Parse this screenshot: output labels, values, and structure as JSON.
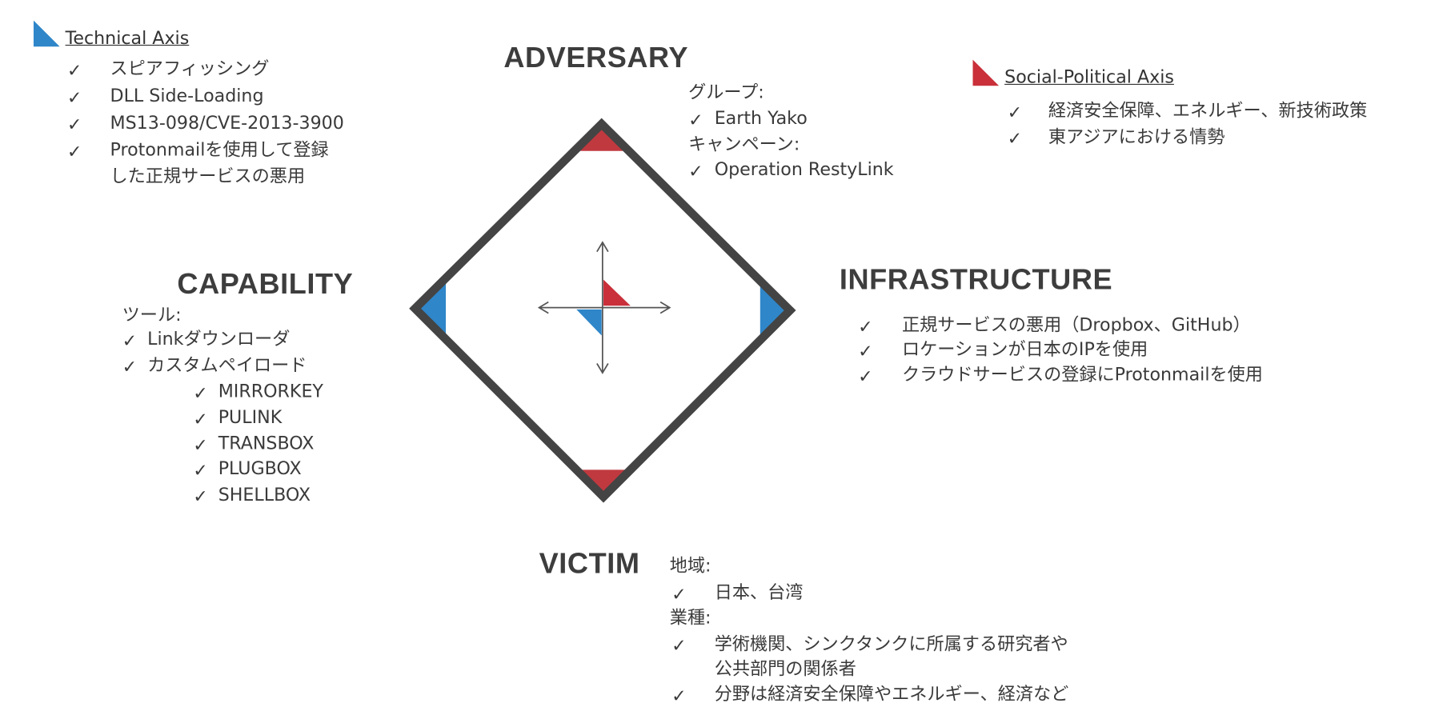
{
  "colors": {
    "technical": "#2f86c9",
    "social": "#c9303a",
    "diamond": "#444444"
  },
  "technical_axis": {
    "label": "Technical Axis",
    "items": [
      "スピアフィッシング",
      "DLL Side-Loading",
      "MS13-098/CVE-2013-3900",
      "Protonmailを使用して登録",
      "した正規サービスの悪用"
    ]
  },
  "social_axis": {
    "label": "Social-Political Axis",
    "items": [
      "経済安全保障、エネルギー、新技術政策",
      "東アジアにおける情勢"
    ]
  },
  "adversary": {
    "title": "ADVERSARY",
    "group_label": "グループ:",
    "group": "Earth Yako",
    "campaign_label": "キャンペーン:",
    "campaign": "Operation RestyLink"
  },
  "capability": {
    "title": "CAPABILITY",
    "tools_label": "ツール:",
    "tools": [
      "Linkダウンローダ",
      "カスタムペイロード"
    ],
    "payloads": [
      "MIRRORKEY",
      "PULINK",
      "TRANSBOX",
      "PLUGBOX",
      "SHELLBOX"
    ]
  },
  "infrastructure": {
    "title": "INFRASTRUCTURE",
    "items": [
      "正規サービスの悪用（Dropbox、GitHub）",
      "ロケーションが日本のIPを使用",
      "クラウドサービスの登録にProtonmailを使用"
    ]
  },
  "victim": {
    "title": "VICTIM",
    "region_label": "地域:",
    "region": "日本、台湾",
    "industry_label": "業種:",
    "industry": [
      "学術機関、シンクタンクに所属する研究者や",
      "公共部門の関係者",
      "分野は経済安全保障やエネルギー、経済など"
    ]
  },
  "check": "✓"
}
